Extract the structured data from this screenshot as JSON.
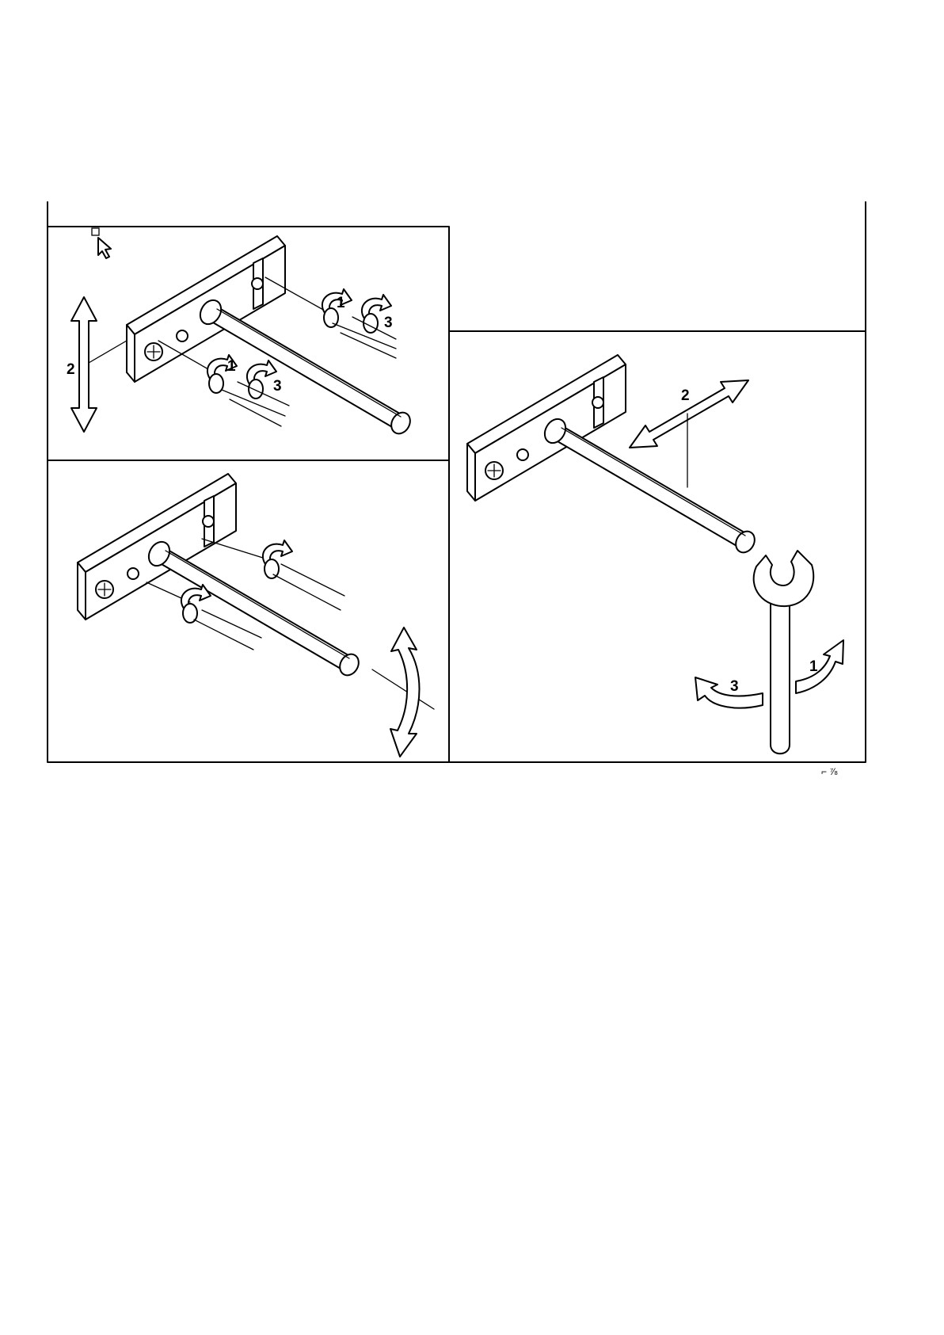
{
  "figure": {
    "panel_top_left": {
      "labels": {
        "shift_arrow": "2",
        "nut_upper": "1",
        "washer_upper": "3",
        "nut_lower": "1",
        "washer_lower": "3"
      }
    },
    "panel_bottom_left": {
      "labels": {}
    },
    "panel_right": {
      "labels": {
        "shift_arrow": "2",
        "turn_cw": "1",
        "turn_ccw": "3"
      }
    },
    "corner_mark": "⌐ ⅞"
  }
}
